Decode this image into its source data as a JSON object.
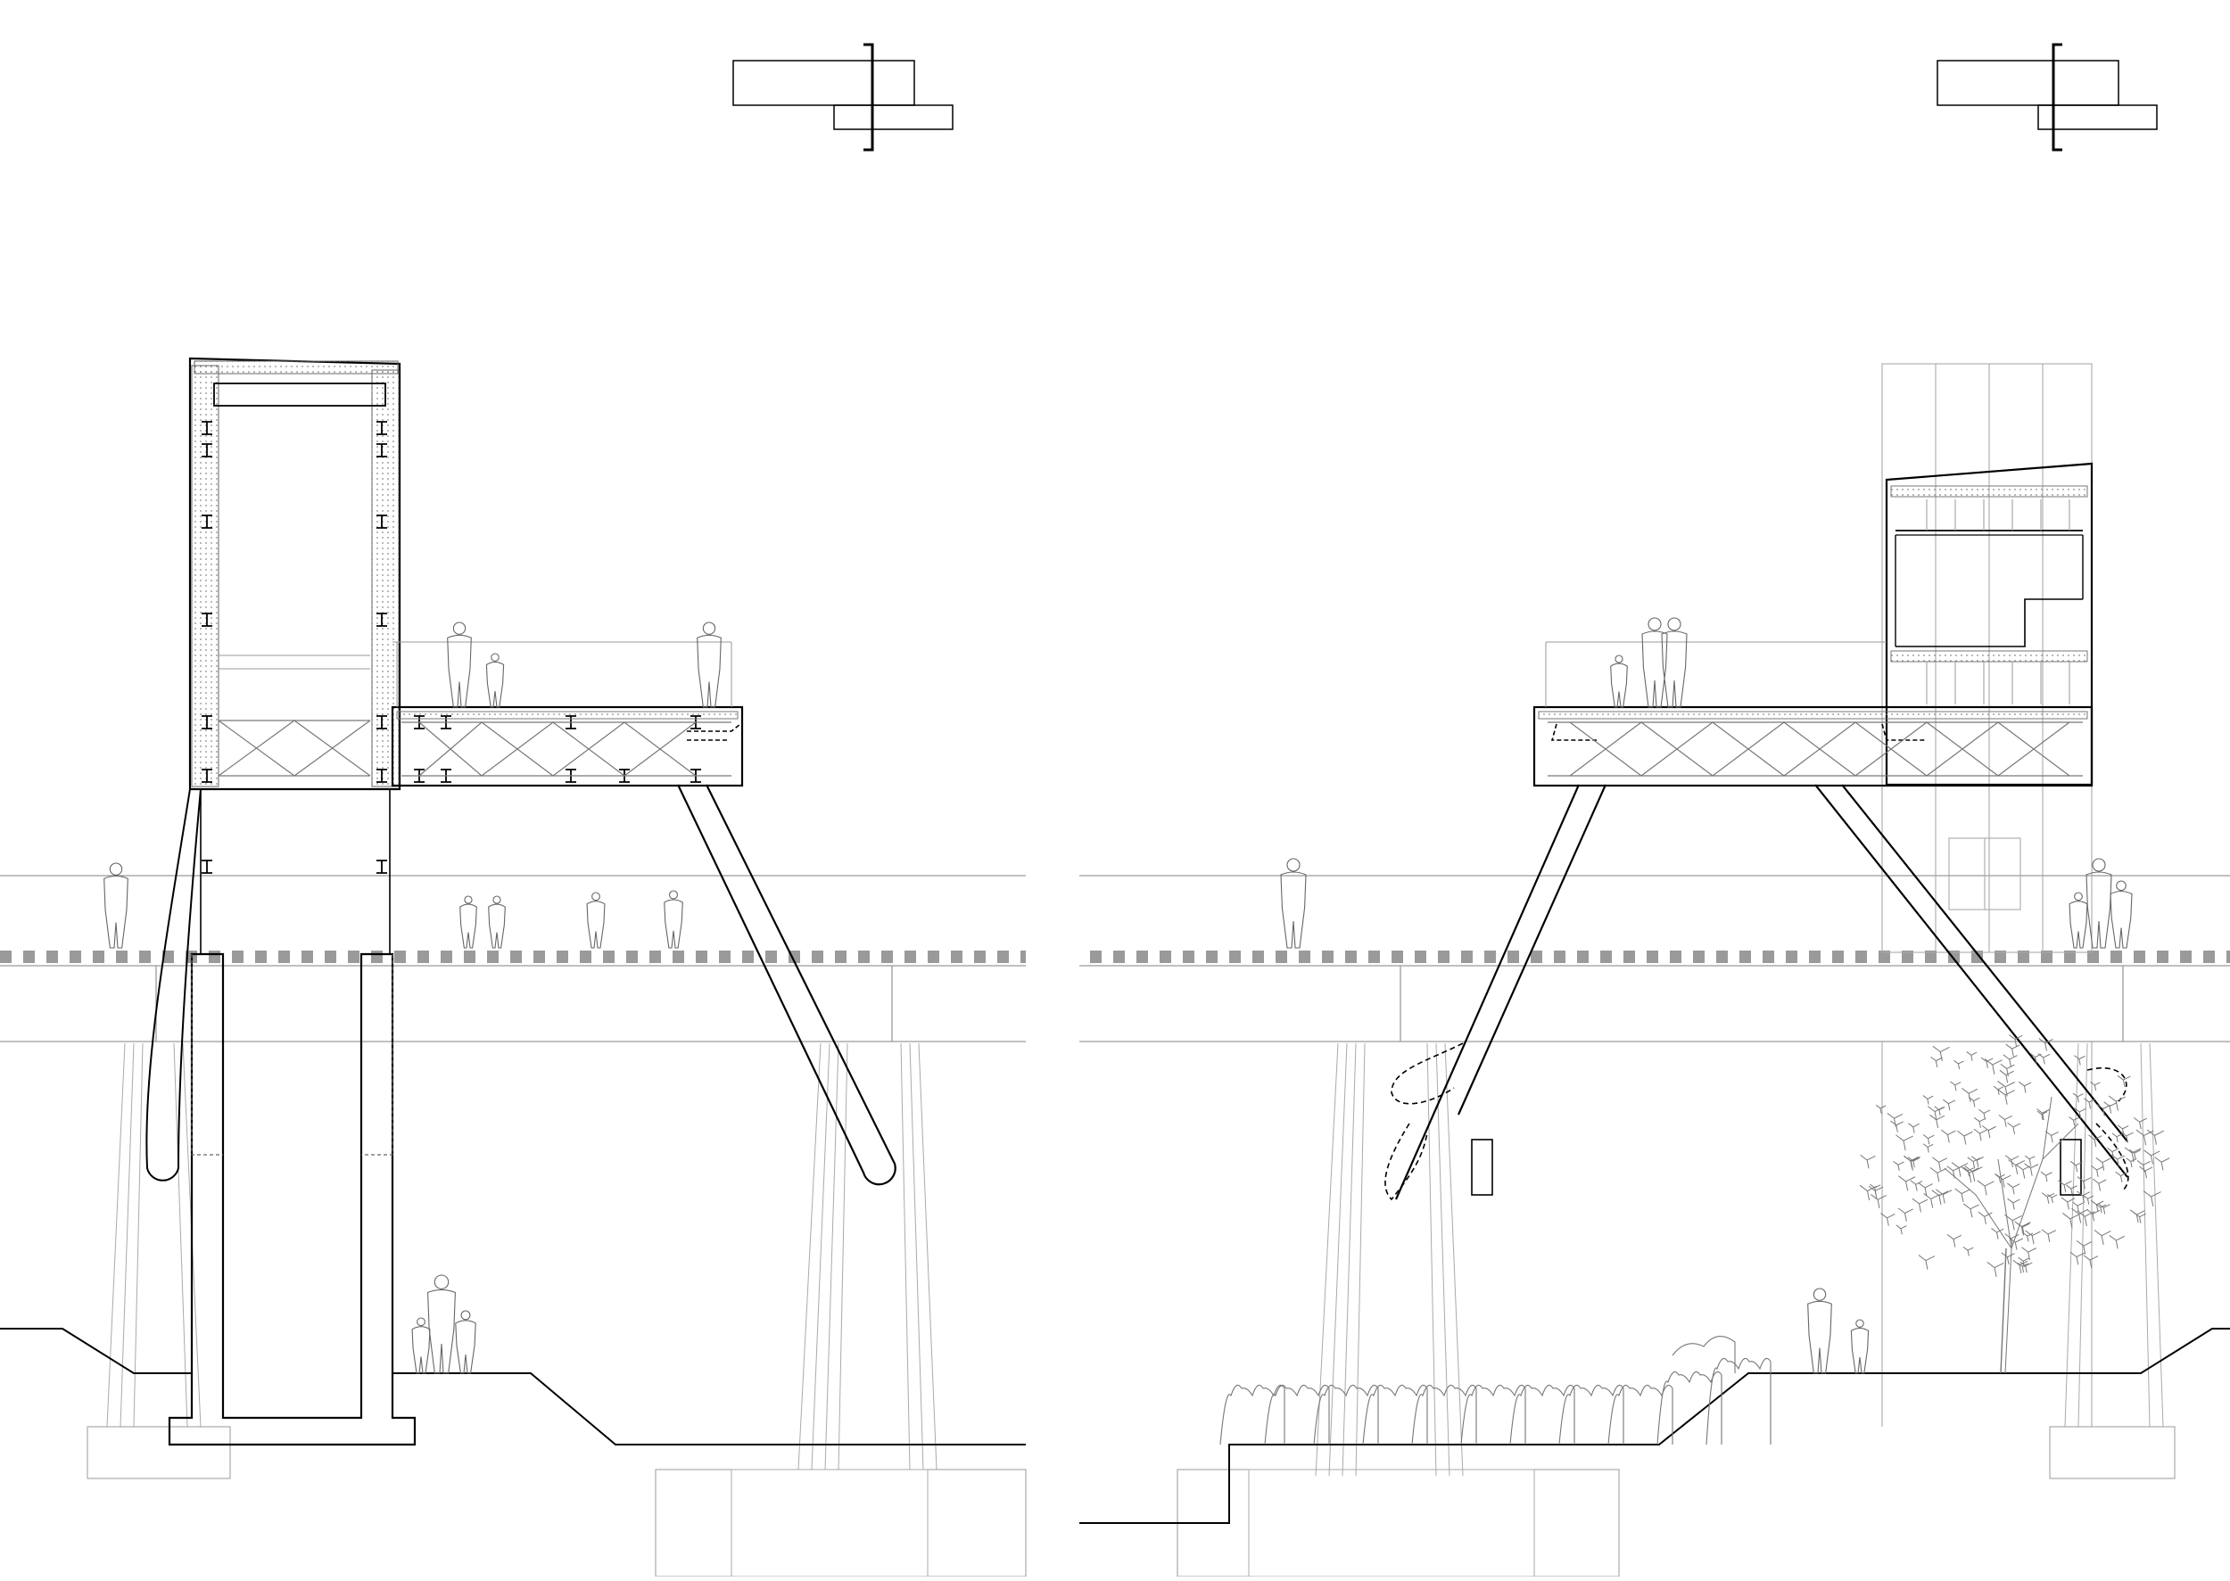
{
  "drawing": {
    "kind": "architectural-section",
    "panels": [
      "section-left",
      "section-right"
    ],
    "line_color": "#000000",
    "thin_line_color": "#9a9a9a",
    "hatch_color": "#8a8a8a",
    "background": "#ffffff"
  }
}
